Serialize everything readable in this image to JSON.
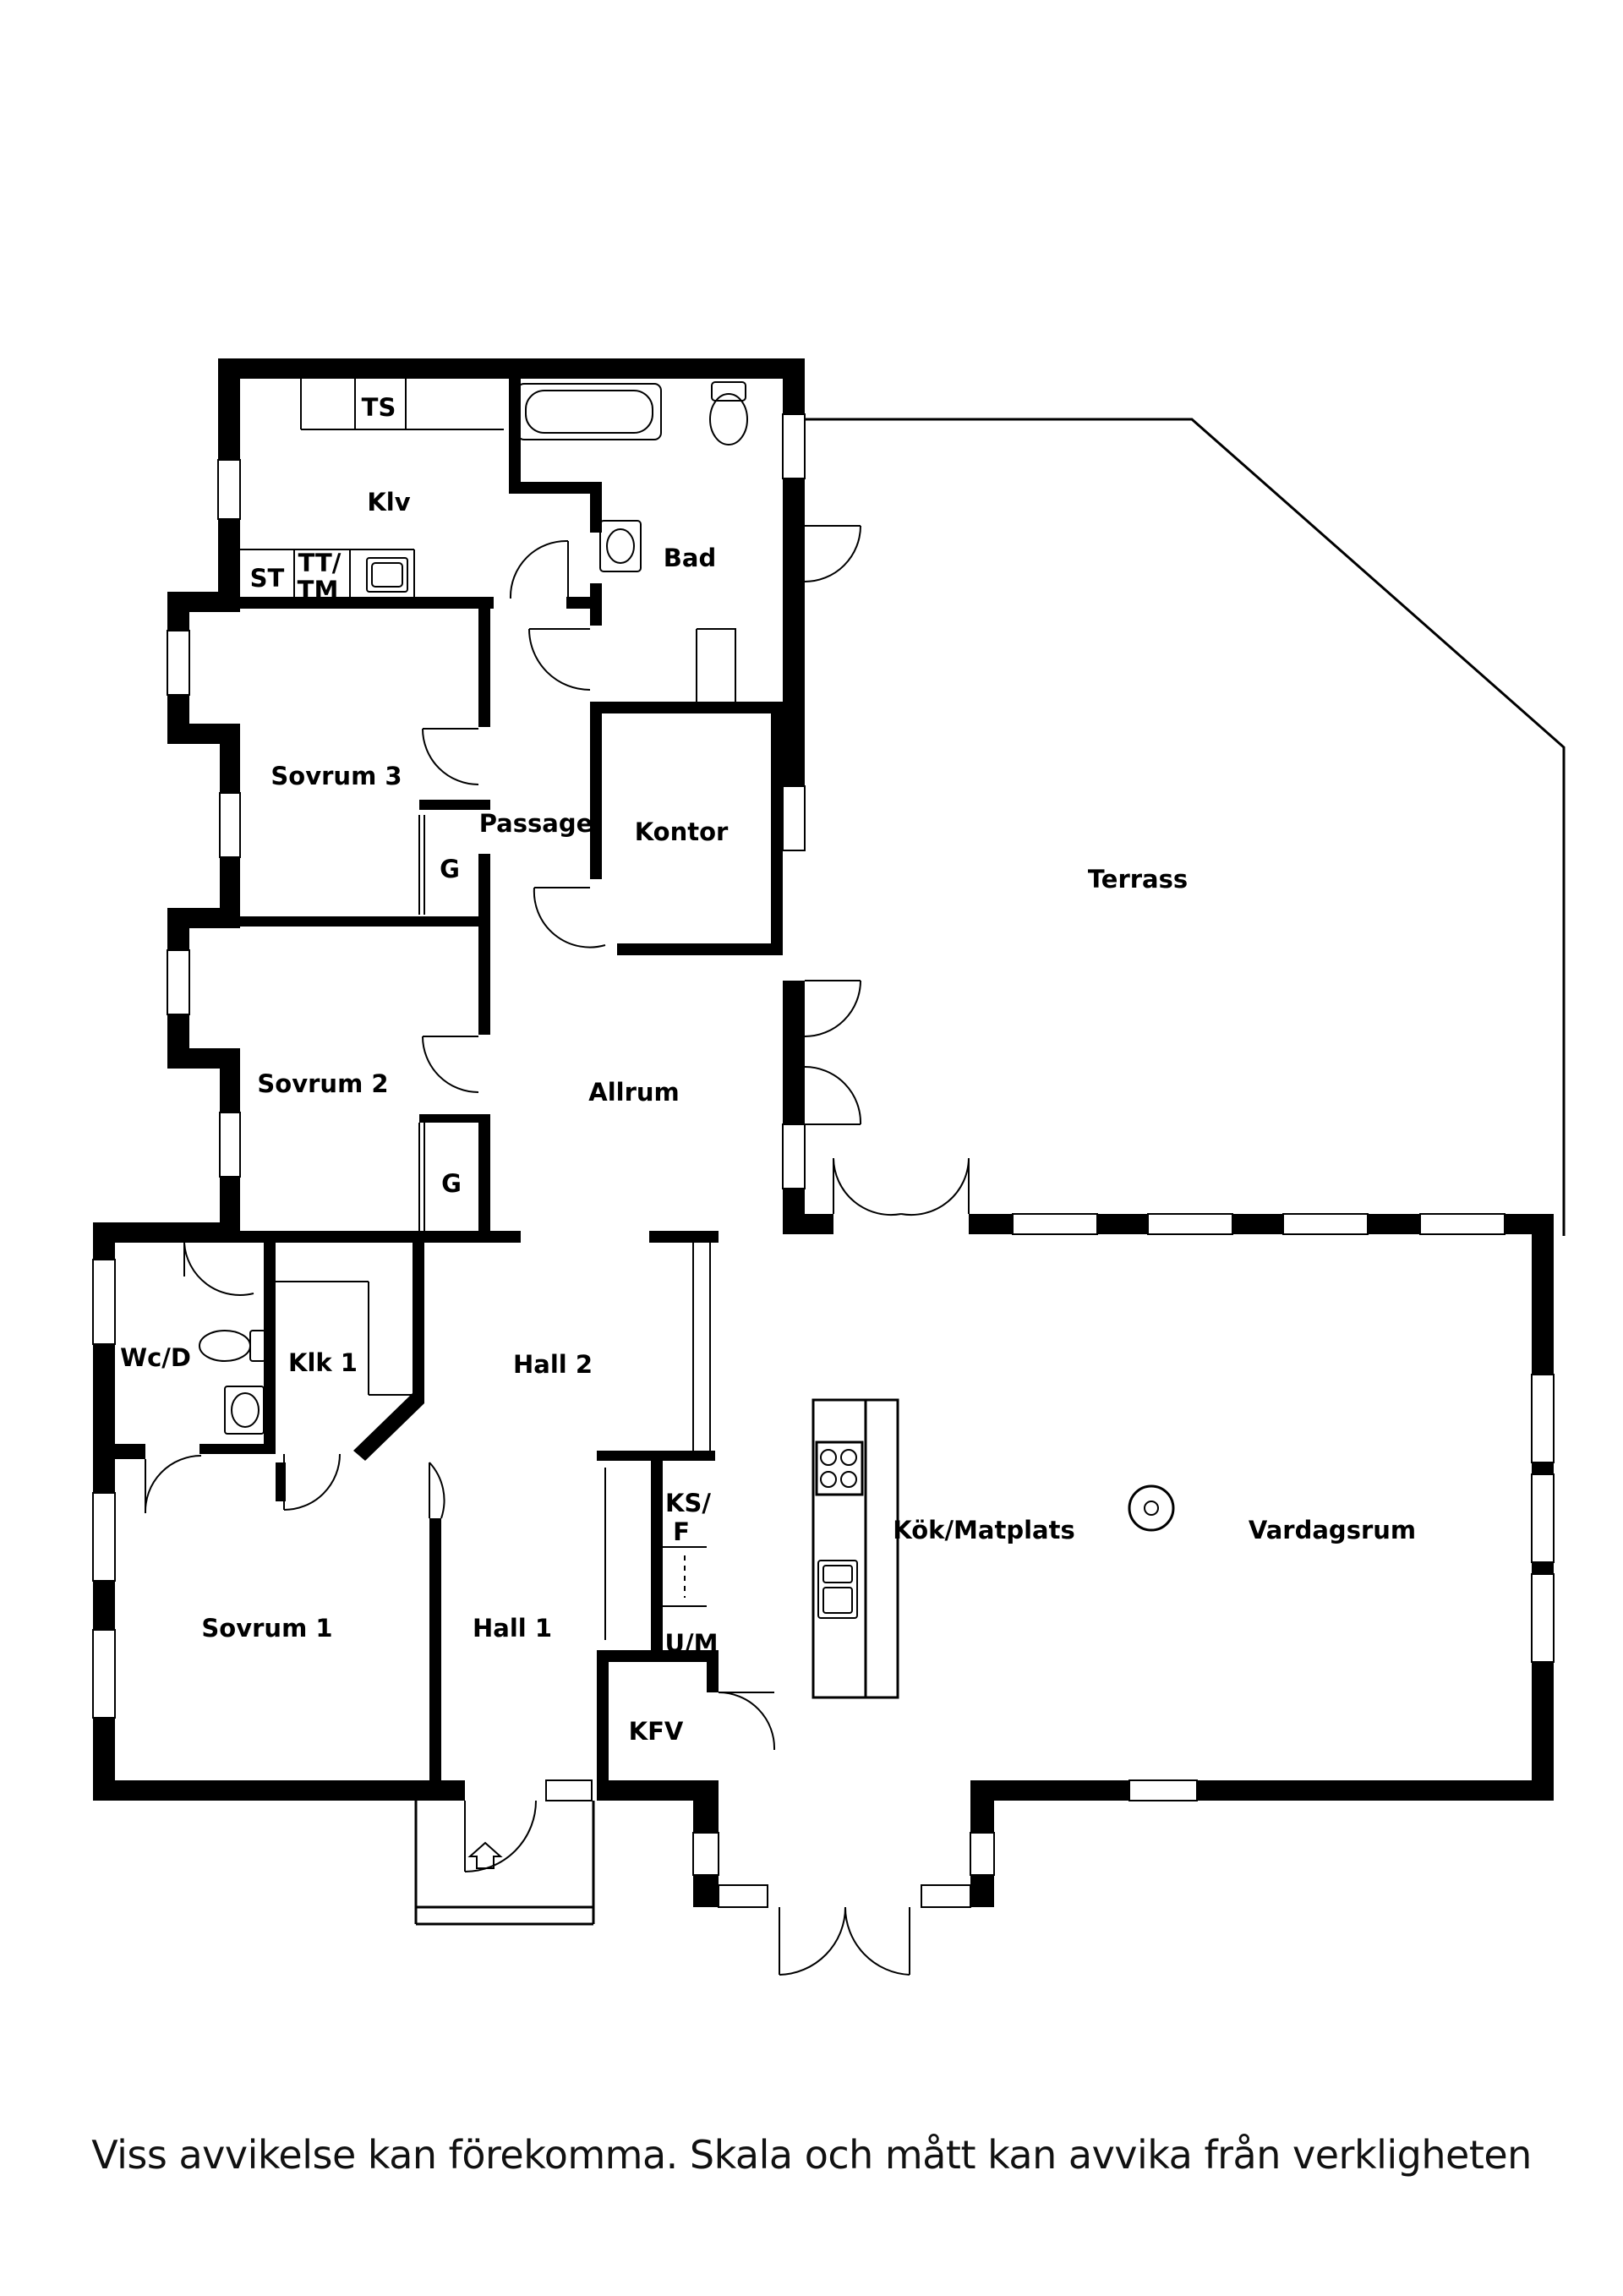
{
  "rooms": {
    "klv": "Klv",
    "ts": "TS",
    "st": "ST",
    "tt_tm_line1": "TT/",
    "tt_tm_line2": "TM",
    "bad": "Bad",
    "sovrum3": "Sovrum 3",
    "passage": "Passage",
    "kontor": "Kontor",
    "g_upper": "G",
    "terrass": "Terrass",
    "sovrum2": "Sovrum 2",
    "allrum": "Allrum",
    "g_lower": "G",
    "wc_d": "Wc/D",
    "klk1": "Klk 1",
    "hall2": "Hall 2",
    "ks_f_line1": "KS/",
    "ks_f_line2": "F",
    "kok_matplats": "Kök/Matplats",
    "vardagsrum": "Vardagsrum",
    "sovrum1": "Sovrum 1",
    "hall1": "Hall 1",
    "u_m": "U/M",
    "kfv": "KFV"
  },
  "disclaimer": "Viss avvikelse kan förekomma. Skala och mått kan avvika från verkligheten"
}
